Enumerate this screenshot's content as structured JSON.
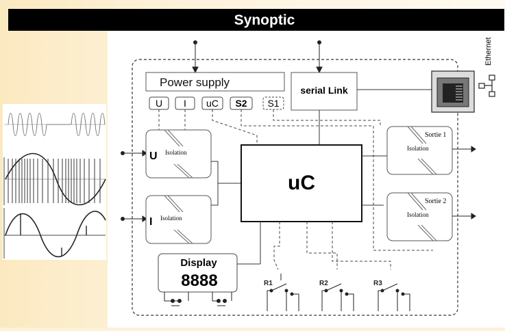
{
  "header": {
    "title": "Synoptic"
  },
  "diagram": {
    "power_supply": "Power supply",
    "terminals": [
      "U",
      "I",
      "uC",
      "S2",
      "S1"
    ],
    "serial_link": "serial Link",
    "ethernet": "Ethernet",
    "input_u_label": "U",
    "input_i_label": "I",
    "isolation_label": "Isolation",
    "mcu_label": "uC",
    "output1_label": "Sortie 1",
    "output2_label": "Sortie 2",
    "display_label": "Display",
    "display_digits": "8888",
    "relays": [
      "R1",
      "R2",
      "R3"
    ]
  },
  "colors": {
    "header_bg": "#000000",
    "page_bg": "#fdf1d6"
  }
}
